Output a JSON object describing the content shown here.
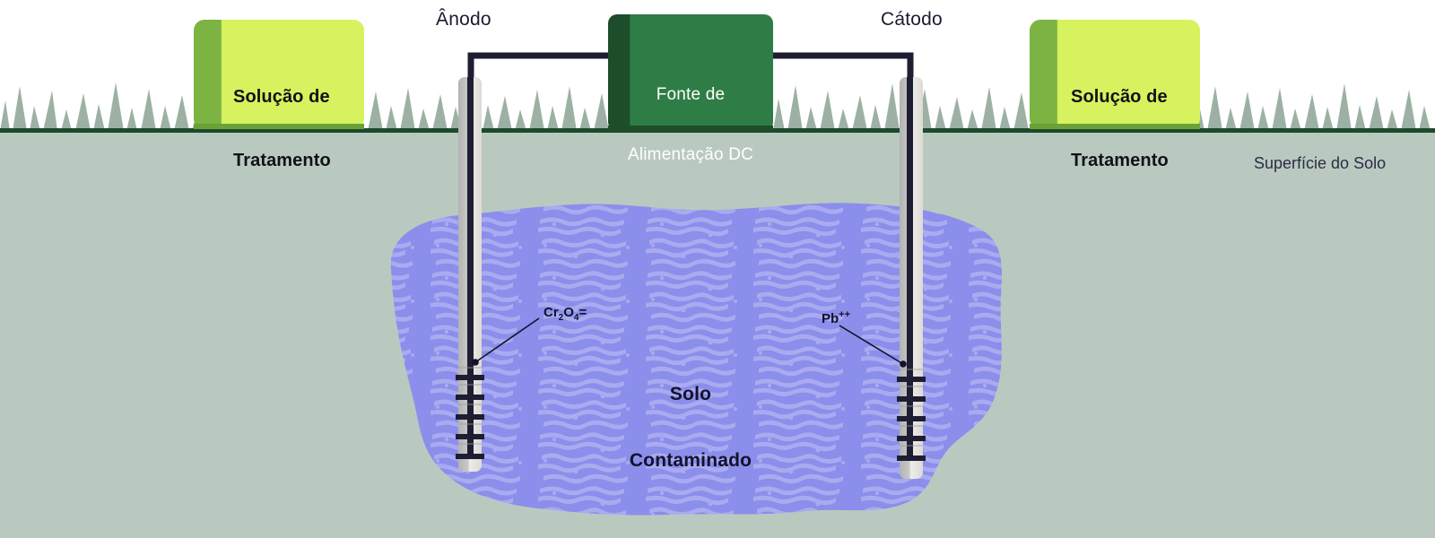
{
  "diagram": {
    "title_visible": false,
    "background_above_ground": "#ffffff",
    "subsurface_color": "#b9c9c0",
    "grass_color": "#9bb0a2",
    "ground_line_color": "#1c4a2c",
    "plume_color_base": "#8b8eea",
    "plume_color_mottle": "#a6a7ef",
    "electrode_casing_color": "#c9c9c9",
    "electrode_rod_color": "#1e1e32",
    "wire_color": "#1e1e32"
  },
  "labels": {
    "anode": "Ânodo",
    "cathode": "Cátodo",
    "soil_surface": "Superfície do Solo"
  },
  "power_supply": {
    "line1": "Fonte de",
    "line2": "Alimentação DC",
    "body_color": "#2f7d46",
    "shade_color": "#1d4d2b"
  },
  "tanks": [
    {
      "id": "tank-left",
      "line1": "Solução de",
      "line2": "Tratamento",
      "body_color": "#d6f25e",
      "shade_color": "#7cb342"
    },
    {
      "id": "tank-right",
      "line1": "Solução de",
      "line2": "Tratamento",
      "body_color": "#d6f25e",
      "shade_color": "#7cb342"
    }
  ],
  "soil_plume": {
    "line1": "Solo",
    "line2": "Contaminado"
  },
  "ions": [
    {
      "id": "chromate",
      "symbol": "Cr",
      "sub1": "2",
      "symbol2": "O",
      "sub2": "4",
      "charge": "=",
      "full_text": "Cr2O4="
    },
    {
      "id": "lead",
      "symbol": "Pb",
      "charge": "++",
      "full_text": "Pb++"
    }
  ],
  "electrodes": [
    {
      "id": "anode-well",
      "label": "Ânodo",
      "screen_bars": 5
    },
    {
      "id": "cathode-well",
      "label": "Cátodo",
      "screen_bars": 5
    }
  ]
}
